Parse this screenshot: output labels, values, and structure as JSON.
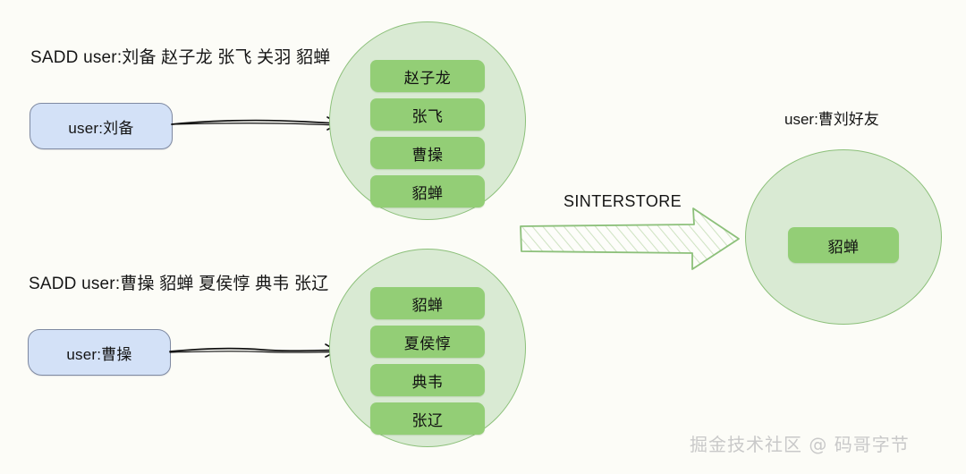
{
  "background_color": "#fcfcf7",
  "palette": {
    "circle_fill": "#d9ead3",
    "circle_stroke": "#8cc07a",
    "member_fill": "#93ce76",
    "key_box_fill": "#d3e1f7",
    "key_box_stroke": "#7f8aa2",
    "arrow_stroke": "#111111",
    "block_arrow_stroke": "#8cc07a",
    "watermark_color": "#c9c9c9"
  },
  "commands": {
    "top": "SADD user:刘备 赵子龙 张飞 关羽 貂蝉",
    "bottom": "SADD user:曹操 貂蝉 夏侯惇 典韦 张辽"
  },
  "key_boxes": {
    "liubei": "user:刘备",
    "caocao": "user:曹操"
  },
  "sets": {
    "liubei": {
      "members": [
        "赵子龙",
        "张飞",
        "曹操",
        "貂蝉"
      ]
    },
    "caocao": {
      "members": [
        "貂蝉",
        "夏侯惇",
        "典韦",
        "张辽"
      ]
    },
    "result": {
      "caption": "user:曹刘好友",
      "members": [
        "貂蝉"
      ]
    }
  },
  "operation": {
    "label": "SINTERSTORE"
  },
  "watermark": "掘金技术社区 @ 码哥字节"
}
